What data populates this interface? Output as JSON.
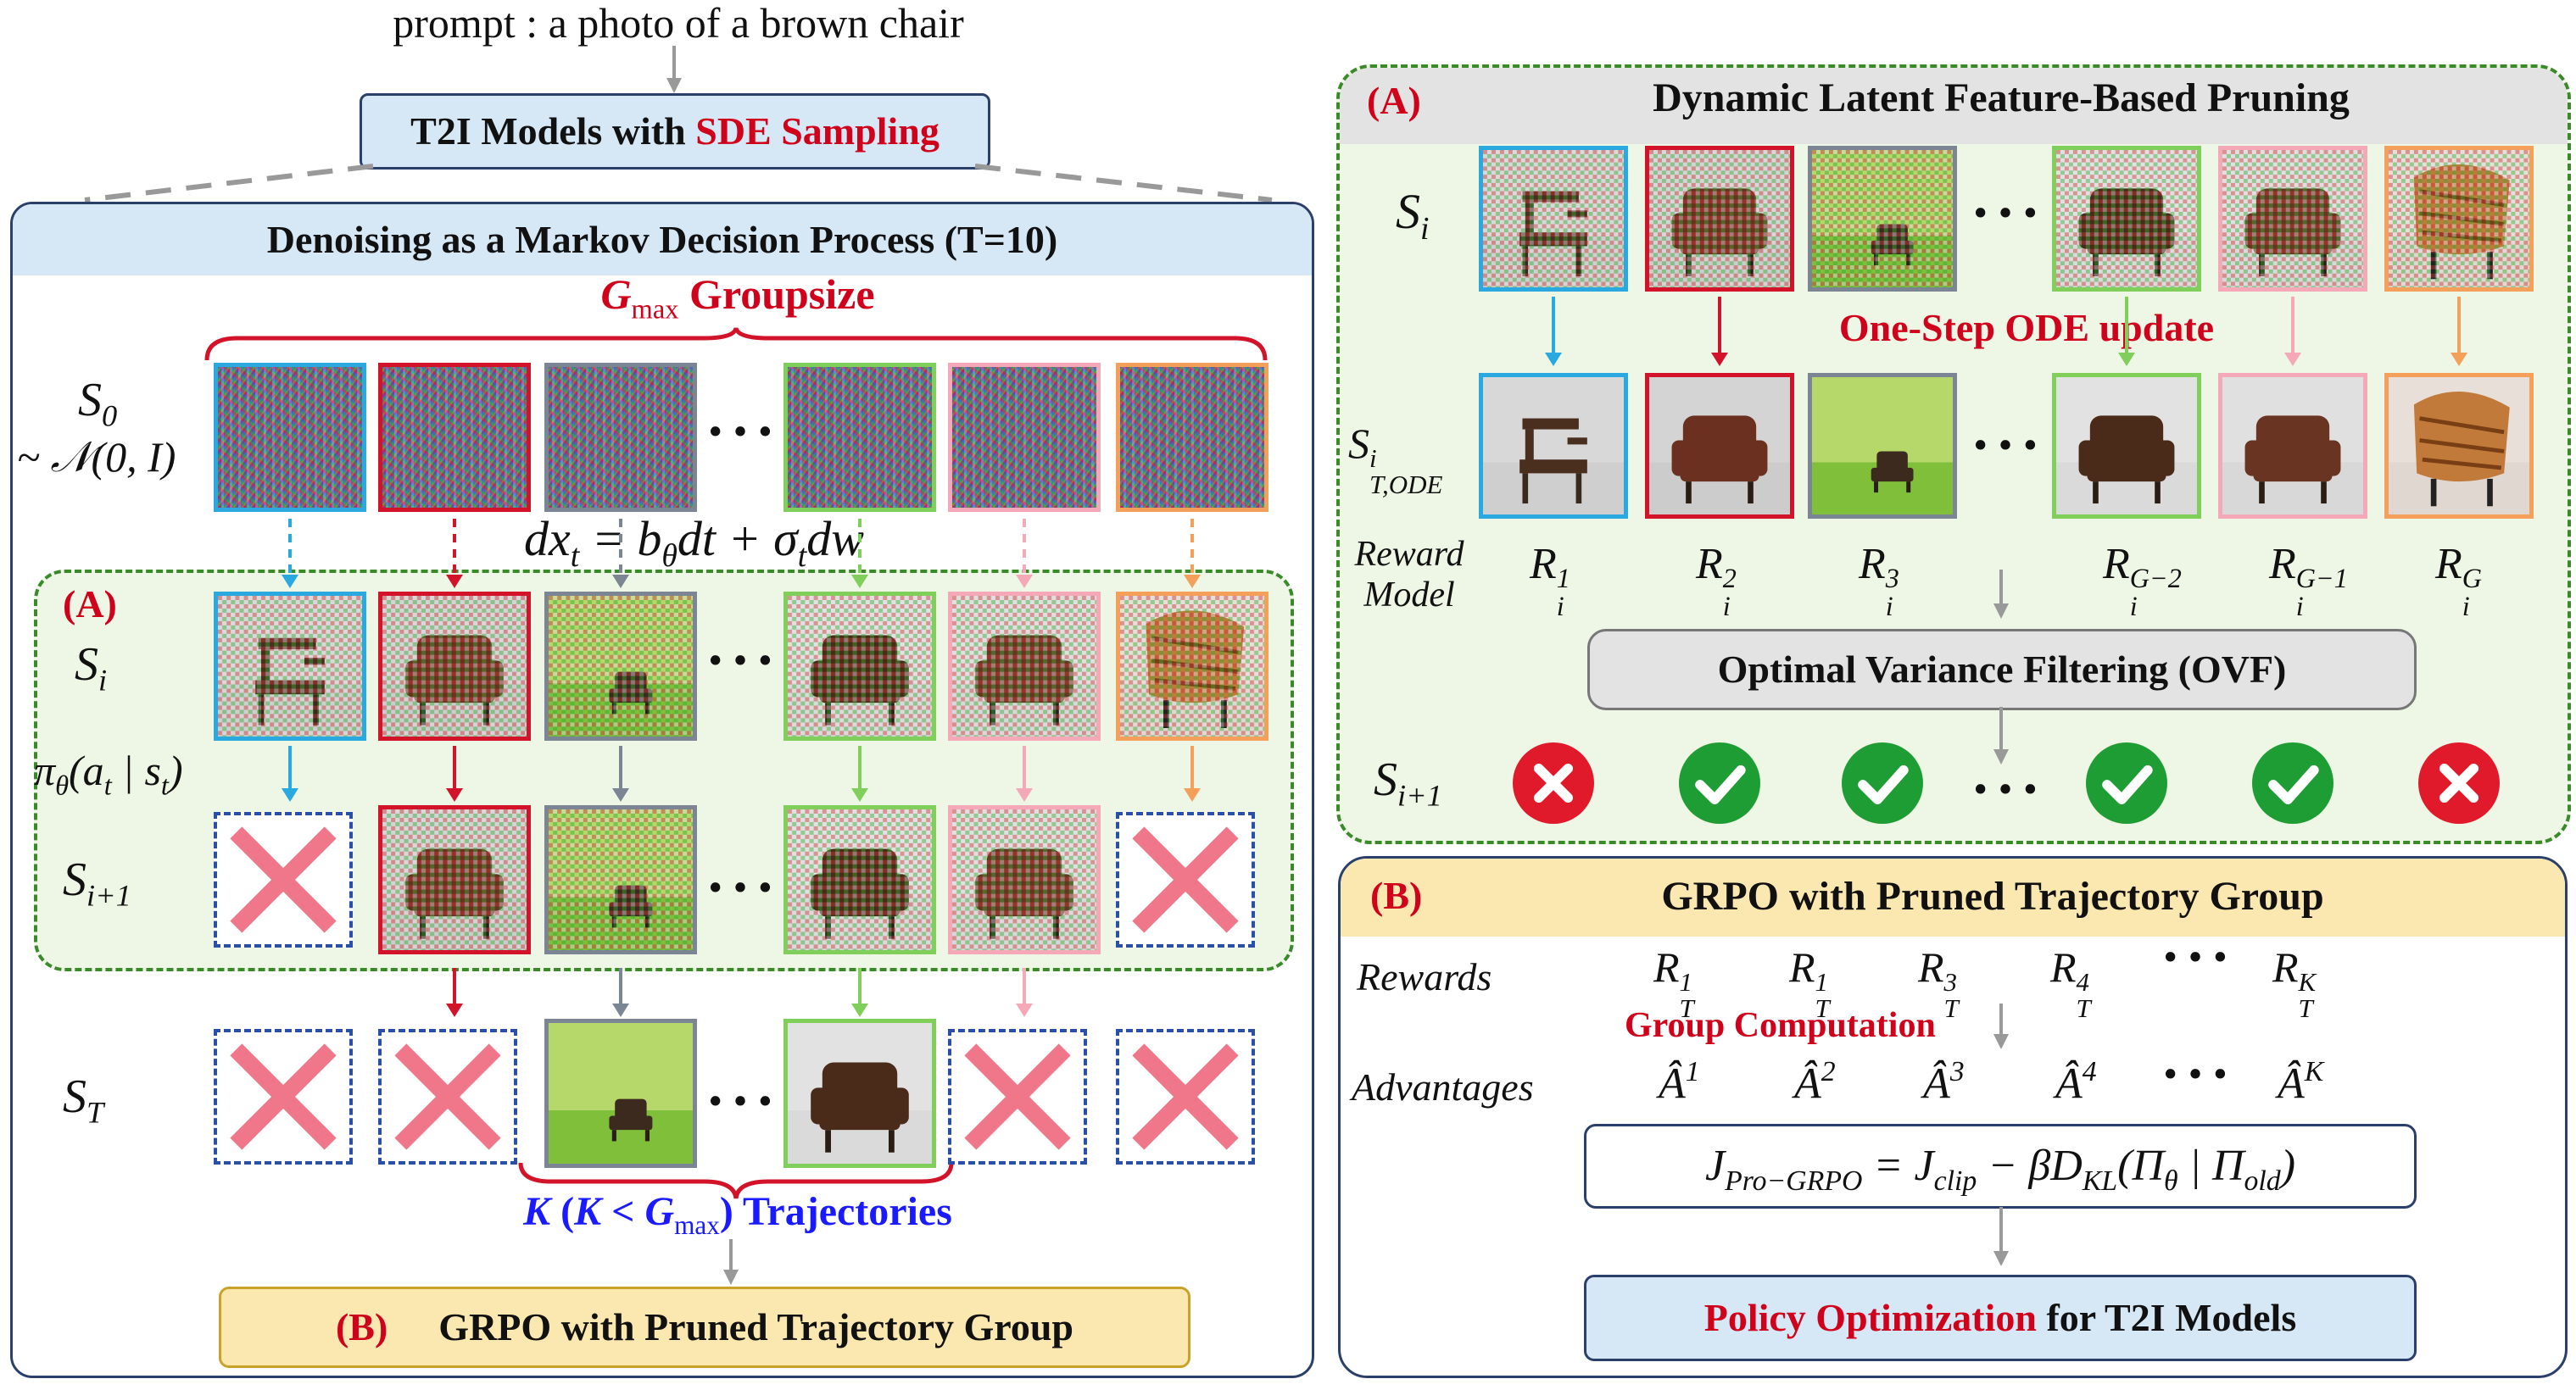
{
  "prompt_text": "prompt : a photo of a brown chair",
  "t2i_title_prefix": "T2I Models with ",
  "t2i_title_highlight": "SDE Sampling",
  "mdp_header": "Denoising as a Markov Decision Process (T=10)",
  "gmax_label": {
    "symbol": "G",
    "subscript": "max",
    "suffix": " Groupsize"
  },
  "s0_label": {
    "symbol": "S",
    "subscript": "0",
    "dist": "~ 𝒩(0, I)"
  },
  "sde_equation": "dxₜ = b_θdt + σₜdw",
  "sde_parts": {
    "lhs": "dx",
    "lhs_sub": "t",
    "eq": " = b",
    "b_sub": "θ",
    "mid": "dt + σ",
    "sigma_sub": "t",
    "end": "dw"
  },
  "left_A_tag": "(A)",
  "si_label": {
    "symbol": "S",
    "subscript": "i"
  },
  "policy_label": {
    "pi": "π",
    "pi_sub": "θ",
    "args": "(a",
    "a_sub": "t",
    "bar": " | s",
    "s_sub": "t",
    "close": ")"
  },
  "si1_label": {
    "symbol": "S",
    "subscript": "i+1"
  },
  "st_label": {
    "symbol": "S",
    "subscript": "T"
  },
  "k_label": {
    "k": "K",
    "paren_open": " (",
    "k2": "K",
    "lt": " < ",
    "g": "G",
    "g_sub": "max",
    "paren_close": ")",
    "suffix": " Trajectories"
  },
  "left_B_tag": "(B)",
  "left_B_title": "GRPO with Pruned Trajectory Group",
  "ellipsis": "···",
  "right_A": {
    "tag": "(A)",
    "title": "Dynamic Latent Feature-Based Pruning",
    "si_label": {
      "symbol": "S",
      "subscript": "i"
    },
    "ode_label": {
      "symbol": "S",
      "sup": "i",
      "sub": "T,ODE"
    },
    "ode_update": "One-Step ODE update",
    "reward_model": [
      "Reward",
      "Model"
    ],
    "rewards": [
      {
        "sup": "1",
        "sub": "i"
      },
      {
        "sup": "2",
        "sub": "i"
      },
      {
        "sup": "3",
        "sub": "i"
      },
      {
        "sup": "G−2",
        "sub": "i"
      },
      {
        "sup": "G−1",
        "sub": "i"
      },
      {
        "sup": "G",
        "sub": "i"
      }
    ],
    "ovf": "Optimal Variance Filtering (OVF)",
    "si1_label": {
      "symbol": "S",
      "subscript": "i+1"
    },
    "filter_results": [
      "rejected",
      "kept",
      "kept",
      "kept",
      "kept",
      "rejected"
    ]
  },
  "right_B": {
    "tag": "(B)",
    "title": "GRPO with Pruned Trajectory Group",
    "rewards_label": "Rewards",
    "rewards_sup": [
      "1",
      "1",
      "3",
      "4",
      "K"
    ],
    "rewards_sub": "T",
    "group_computation": "Group Computation",
    "advantages_label": "Advantages",
    "adv_sup": [
      "1",
      "2",
      "3",
      "4",
      "K"
    ],
    "objective": {
      "j": "J",
      "j_sub": "Pro−GRPO",
      "eq": " = J",
      "clip_sub": "clip",
      "minus": " − βD",
      "kl_sub": "KL",
      "pi_open": "(Π",
      "theta_sub": "θ",
      "bar": " | Π",
      "old_sub": "old",
      "close": ")"
    },
    "policy_opt_highlight": "Policy Optimization",
    "policy_opt_rest": " for T2I Models"
  },
  "colors": {
    "col1": "#2aa8e0",
    "col2": "#d3132a",
    "col3": "#7b8594",
    "col4": "#7fcf5a",
    "col5": "#f4a8b8",
    "col6": "#f5a05a",
    "header_blue": "#d6e7f5",
    "header_gray": "#e3e3e3",
    "header_yellow": "#fbe8b0",
    "green_panel": "#eef6e6",
    "panel_border": "#2b3f6b",
    "green_dash": "#3a8a2a",
    "accent_red": "#d0021b",
    "accent_blue": "#1a1aff"
  }
}
